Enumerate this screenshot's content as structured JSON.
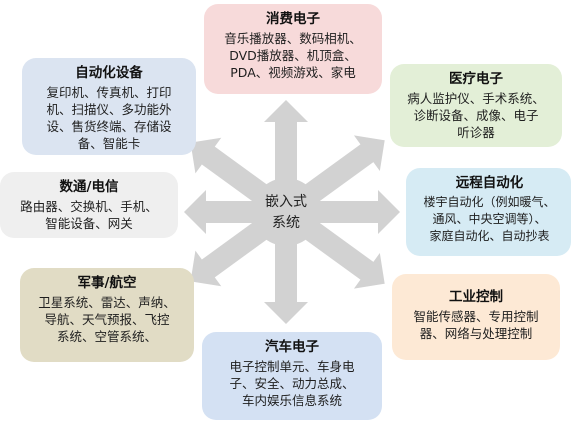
{
  "center": {
    "line1": "嵌入式",
    "line2": "系统"
  },
  "colors": {
    "arrow": "#d2d2d2",
    "consumer": "#f7dada",
    "medical": "#e3efd7",
    "remote": "#d6ebf4",
    "industrial": "#fde9d5",
    "auto": "#d4e1f3",
    "military": "#e1dcc5",
    "comm": "#efefef",
    "automation": "#dbe4f1"
  },
  "cards": {
    "consumer": {
      "title": "消费电子",
      "lines": [
        "音乐播放器、数码相机、",
        "DVD播放器、机顶盒、",
        "PDA、视频游戏、家电"
      ]
    },
    "automation": {
      "title": "自动化设备",
      "lines": [
        "复印机、传真机、打印",
        "机、扫描仪、多功能外",
        "设、售货终端、存储设",
        "备、智能卡"
      ]
    },
    "medical": {
      "title": "医疗电子",
      "lines": [
        "病人监护仪、手术系统、",
        "诊断设备、成像、电子",
        "听诊器"
      ]
    },
    "comm": {
      "title": "数通/电信",
      "lines": [
        "路由器、交换机、手机、",
        "智能设备、网关"
      ]
    },
    "remote": {
      "title": "远程自动化",
      "lines": [
        "楼宇自动化（例如暖气、",
        "通风、中央空调等）、",
        "家庭自动化、自动抄表"
      ]
    },
    "military": {
      "title": "军事/航空",
      "lines": [
        "卫星系统、雷达、声纳、",
        "导航、天气预报、飞控",
        "系统、空管系统、"
      ]
    },
    "industrial": {
      "title": "工业控制",
      "lines": [
        "智能传感器、专用控制",
        "器、网络与处理控制"
      ]
    },
    "auto": {
      "title": "汽车电子",
      "lines": [
        "电子控制单元、车身电",
        "子、安全、动力总成、",
        "车内娱乐信息系统"
      ]
    }
  }
}
